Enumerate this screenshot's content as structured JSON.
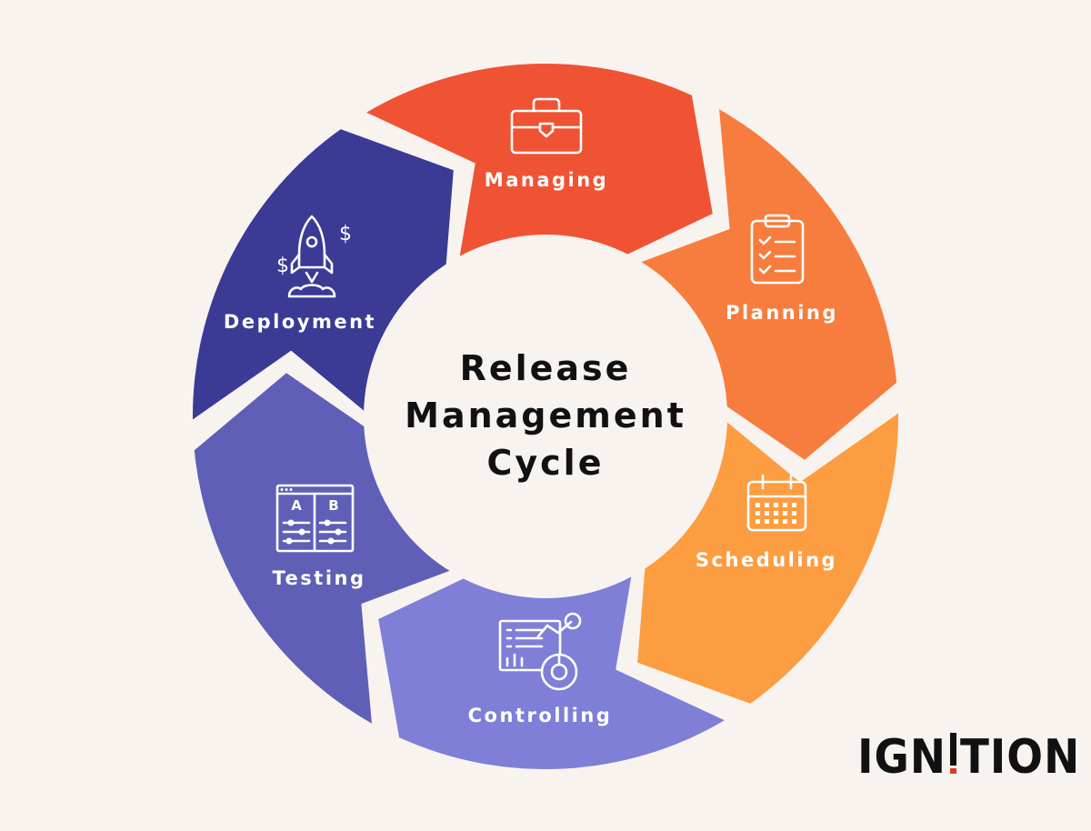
{
  "diagram": {
    "center_title_lines": [
      "Release",
      "Management",
      "Cycle"
    ],
    "segments": [
      {
        "label": "Managing",
        "color": "#f05234",
        "icon": "briefcase-icon"
      },
      {
        "label": "Planning",
        "color": "#f67d3e",
        "icon": "clipboard-checklist-icon"
      },
      {
        "label": "Scheduling",
        "color": "#fc9d41",
        "icon": "calendar-icon"
      },
      {
        "label": "Controlling",
        "color": "#7f7fd8",
        "icon": "analytics-dashboard-icon"
      },
      {
        "label": "Testing",
        "color": "#5f5fb7",
        "icon": "ab-testing-icon"
      },
      {
        "label": "Deployment",
        "color": "#3b3a94",
        "icon": "rocket-launch-icon"
      }
    ]
  },
  "ab_test_labels": [
    "A",
    "B"
  ],
  "currency_symbol": "$",
  "logo": {
    "text_left": "IGN",
    "text_right": "TION",
    "accent_color": "#e8352a"
  }
}
